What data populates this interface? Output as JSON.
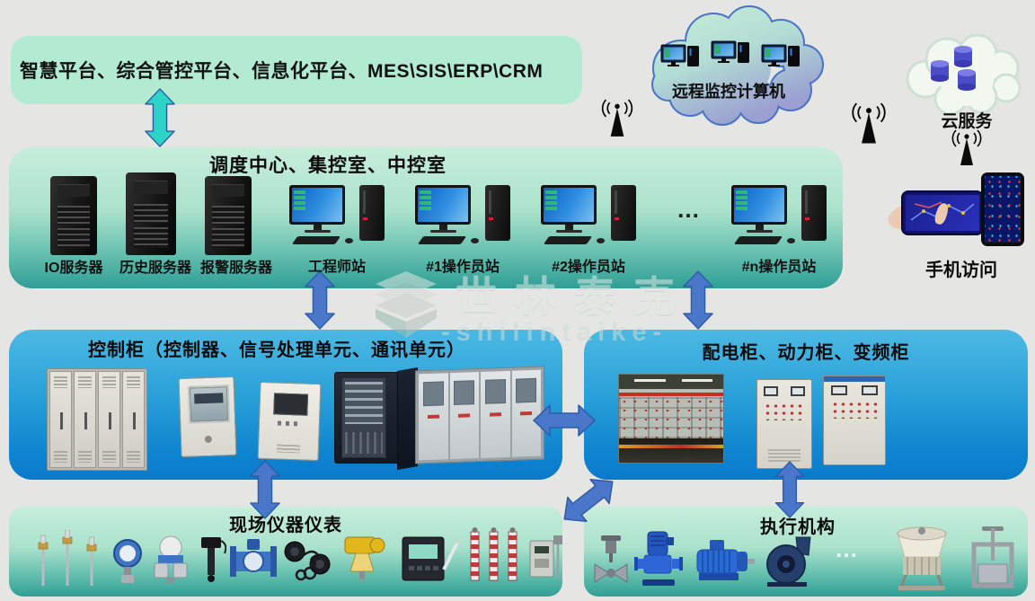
{
  "banner": {
    "text": "智慧平台、综合管控平台、信息化平台、MES\\SIS\\ERP\\CRM"
  },
  "clouds": {
    "remote": {
      "label": "远程监控计算机"
    },
    "service": {
      "label": "云服务"
    }
  },
  "mobile": {
    "label": "手机访问"
  },
  "dispatch": {
    "title": "调度中心、集控室、中控室",
    "servers": [
      {
        "label": "IO服务器"
      },
      {
        "label": "历史服务器"
      },
      {
        "label": "报警服务器"
      }
    ],
    "stations": [
      {
        "label": "工程师站"
      },
      {
        "label": "#1操作员站"
      },
      {
        "label": "#2操作员站"
      },
      {
        "label": "#n操作员站"
      }
    ],
    "ellipsis": "…"
  },
  "control": {
    "title": "控制柜（控制器、信号处理单元、通讯单元）"
  },
  "power": {
    "title": "配电柜、动力柜、变频柜"
  },
  "field": {
    "title": "现场仪器仪表"
  },
  "actuators": {
    "title": "执行机构",
    "ellipsis": "…"
  },
  "watermark": {
    "line1": "世林泰克",
    "line2": "-shilintaike-"
  },
  "colors": {
    "background": "#e5e5e3",
    "banner_bg": "#b2ebd1",
    "green_panel_top": "#c6eedb",
    "green_panel_bottom": "#2f9e96",
    "blue_panel_top": "#4cb9e3",
    "blue_panel_bottom": "#0a7acb",
    "arrow_blue": "#4a77c9",
    "arrow_teal": "#2ed3c7"
  },
  "icons": [
    "server-tower-icon",
    "desktop-computer-icon",
    "cloud-icon",
    "database-icon",
    "antenna-icon",
    "smartphone-icon",
    "cabinet-icon",
    "instrument-icon",
    "actuator-icon"
  ]
}
